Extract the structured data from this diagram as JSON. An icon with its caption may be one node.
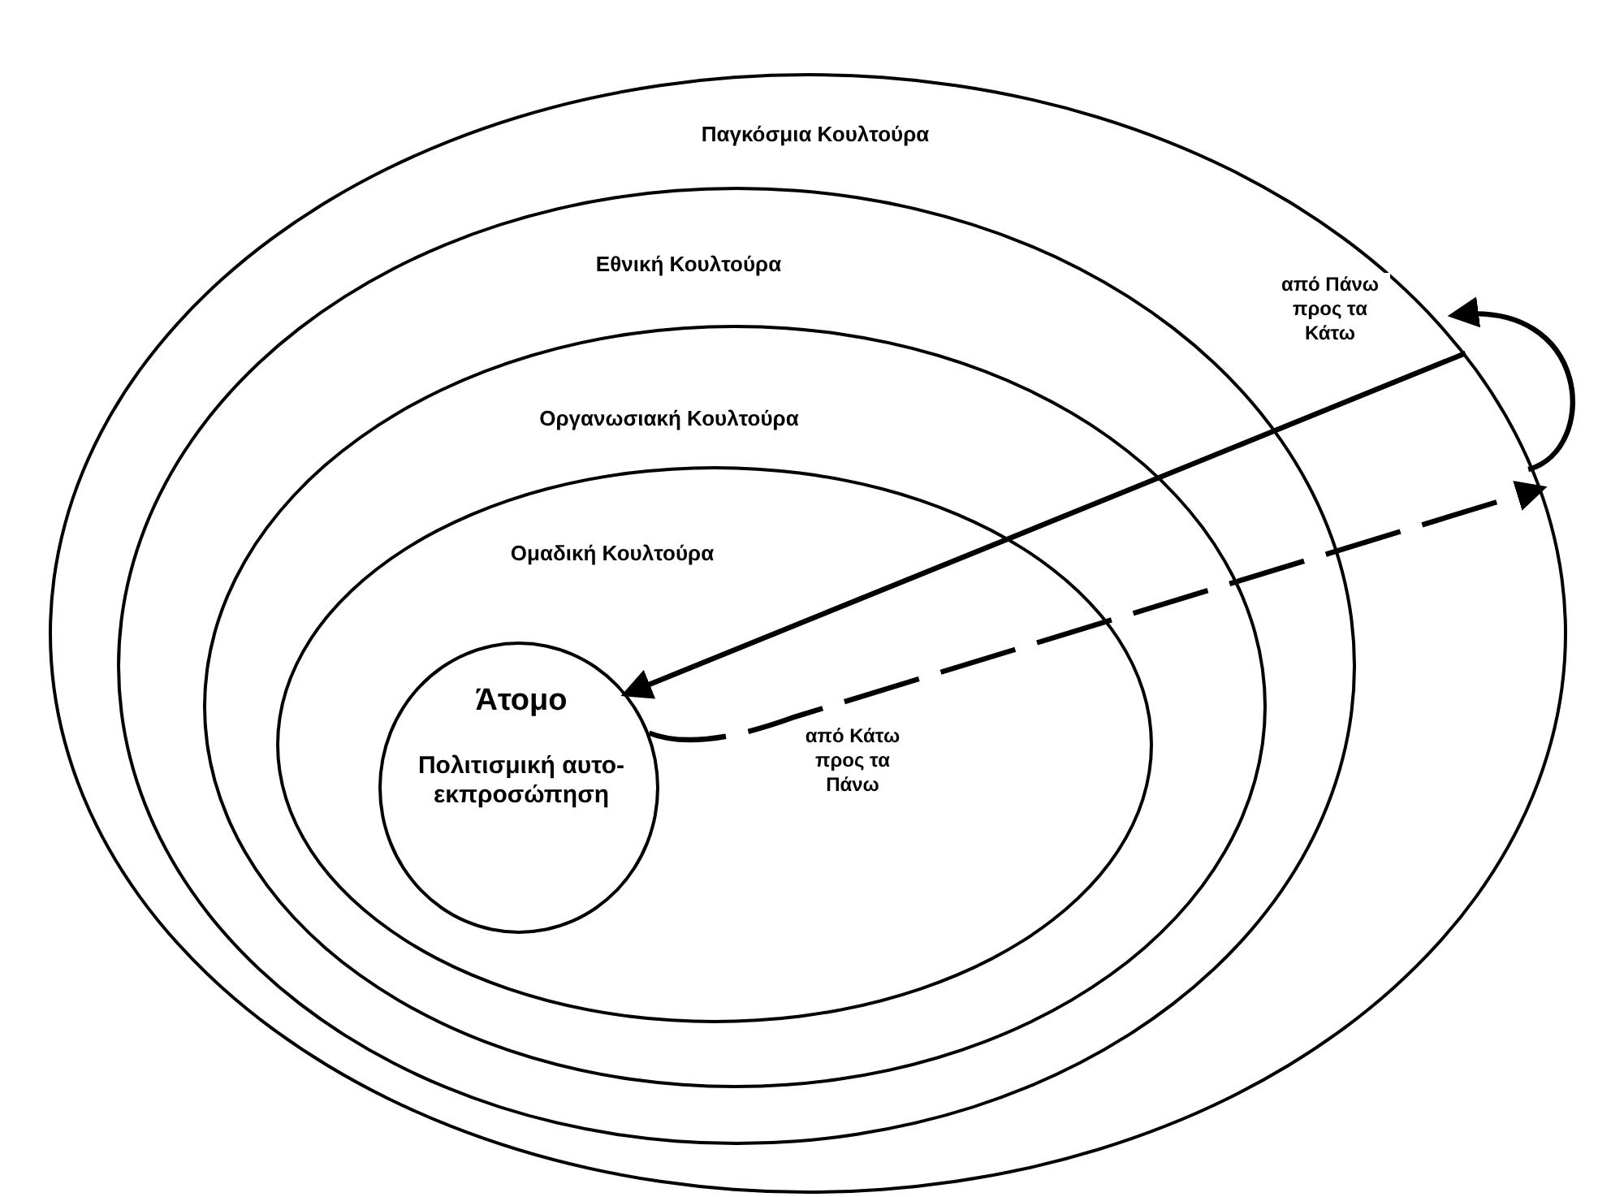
{
  "diagram": {
    "nodes": [
      {
        "text": [
          "Παγκόσμια Κουλτούρα"
        ]
      },
      {
        "text": [
          "Εθνική Κουλτούρα"
        ],
        "in": 0
      },
      {
        "text": [
          "Οργανωσιακή Κουλτούρα"
        ],
        "in": 1
      },
      {
        "text": [
          "Ομαδική Κουλτούρα"
        ],
        "in": 2
      },
      {
        "text": [
          "Άτομο",
          "Πολιτισμική αυτο-εκπροσώπηση"
        ],
        "in": 3
      }
    ],
    "edges": [
      {
        "from": 0,
        "to": 4,
        "arrow": "to",
        "label": "από Πάνω προς τα Κάτω"
      },
      {
        "from": 4,
        "to": 0,
        "arrow": "to",
        "style": "dashed",
        "label": "από Κάτω προς τα Πάνω"
      }
    ]
  }
}
